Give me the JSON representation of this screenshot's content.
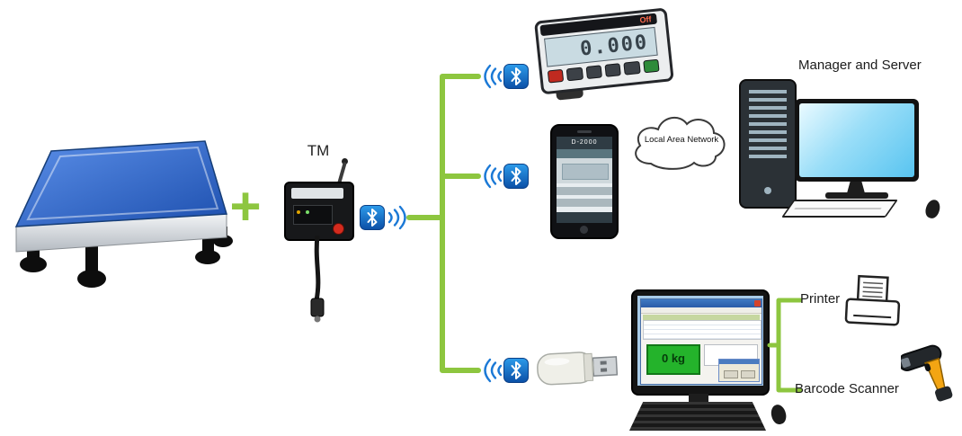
{
  "content": {
    "plus": "+"
  },
  "tm": {
    "label": "TM"
  },
  "indicator": {
    "display": "0.000",
    "power": "Off"
  },
  "phone": {
    "title": "D-2000"
  },
  "network": {
    "label": "Local Area Network"
  },
  "server": {
    "label": "Manager and Server"
  },
  "software": {
    "weight": "0 kg"
  },
  "peripherals": {
    "printer": "Printer",
    "barcode_scanner": "Barcode Scanner"
  },
  "colors": {
    "connector_green": "#8dc63f",
    "bluetooth_blue": "#1565c0",
    "scale_blue": "#2f6fd0",
    "screen_blue": "#58c4f0",
    "weight_green": "#24b32b"
  },
  "icons": [
    "bluetooth-icon",
    "signal-waves-icon",
    "cloud-icon",
    "printer-icon",
    "barcode-scanner-icon",
    "usb-dongle-icon",
    "plus-icon"
  ]
}
